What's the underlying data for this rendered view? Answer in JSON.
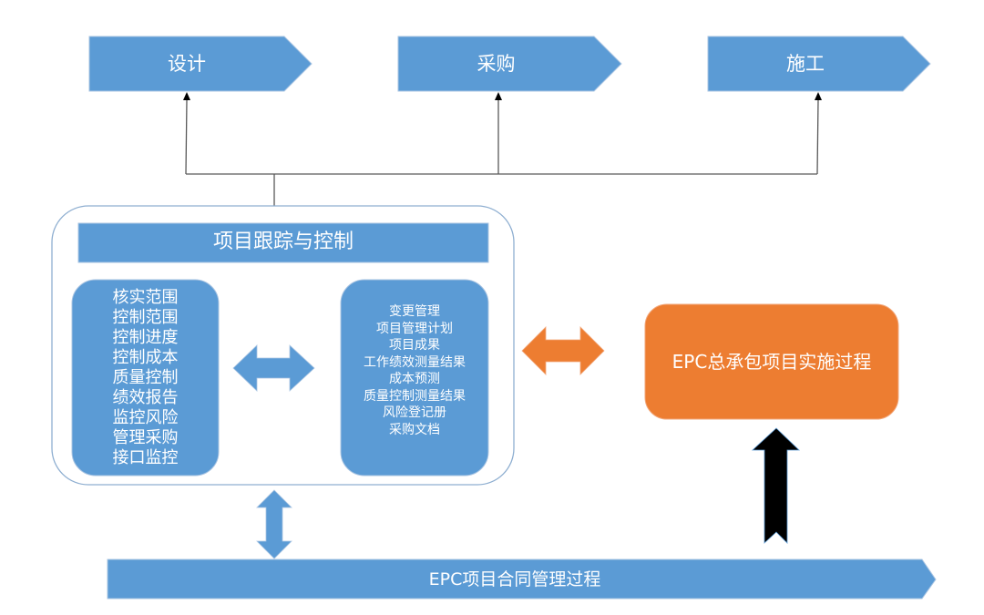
{
  "colors": {
    "blue": "#5B9BD5",
    "blue_border": "#A9C4E2",
    "orange": "#ED7D31",
    "black": "#000000",
    "connector": "#595959",
    "container_border": "#8FAFD1",
    "text_on_shape": "#FFFFFF"
  },
  "phases": [
    {
      "label": "设计",
      "icon": "chevron-arrow-shape"
    },
    {
      "label": "采购",
      "icon": "chevron-arrow-shape"
    },
    {
      "label": "施工",
      "icon": "chevron-arrow-shape"
    }
  ],
  "tracking_control": {
    "title": "项目跟踪与控制",
    "left_items": [
      "核实范围",
      "控制范围",
      "控制进度",
      "控制成本",
      "质量控制",
      "绩效报告",
      "监控风险",
      "管理采购",
      "接口监控"
    ],
    "right_items": [
      "变更管理",
      "项目管理计划",
      "项目成果",
      "工作绩效测量结果",
      "成本预测",
      "质量控制测量结果",
      "风险登记册",
      "采购文档"
    ]
  },
  "epc_implementation": {
    "label": "EPC总承包项目实施过程"
  },
  "epc_contract": {
    "label": "EPC项目合同管理过程"
  },
  "arrows": {
    "inner": "left-right-double-arrow",
    "outer": "left-right-double-arrow",
    "vertical": "up-down-double-arrow",
    "up": "notched-up-arrow"
  }
}
